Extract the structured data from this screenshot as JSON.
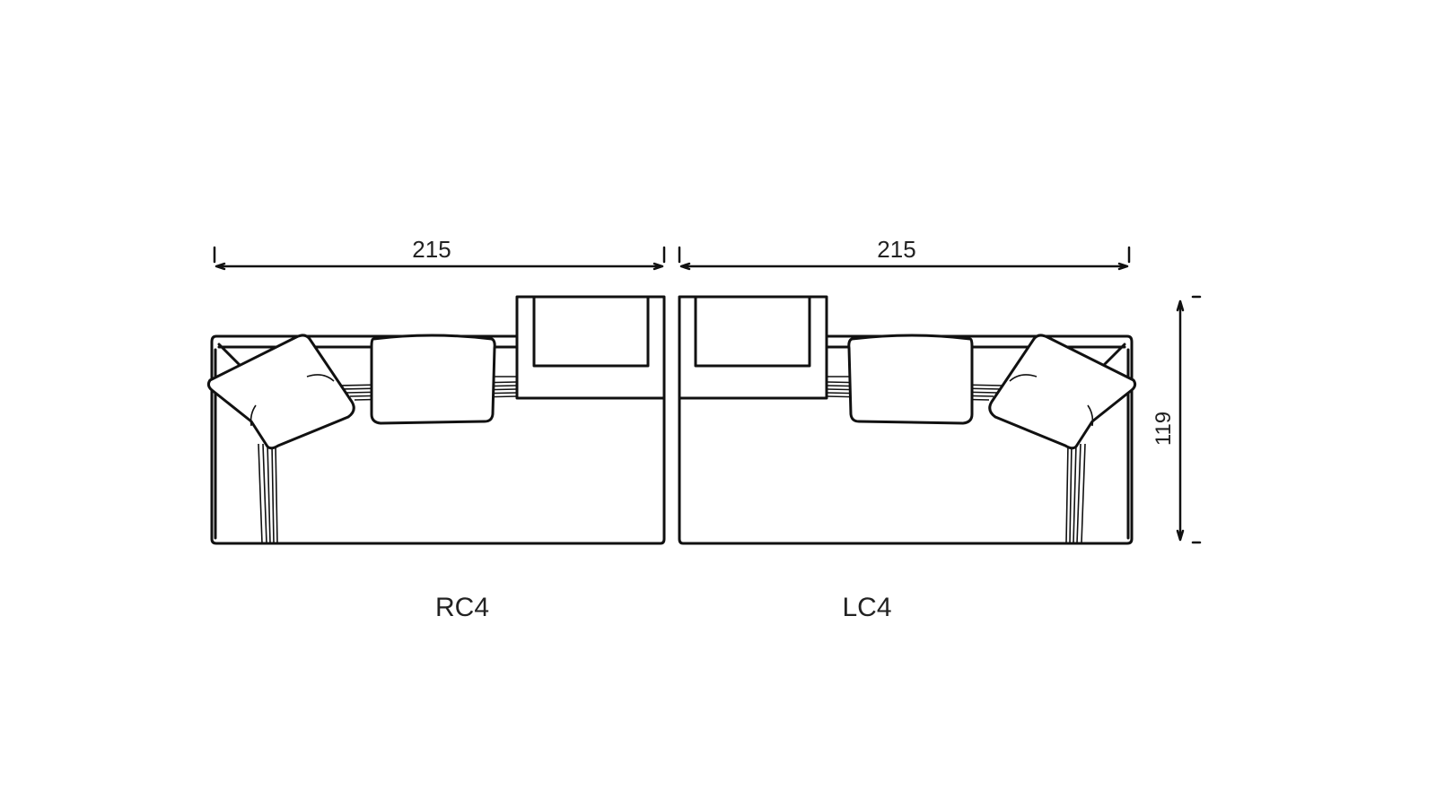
{
  "diagram": {
    "modules": [
      {
        "label": "RC4",
        "width_dimension": "215"
      },
      {
        "label": "LC4",
        "width_dimension": "215"
      }
    ],
    "depth_dimension": "119",
    "line_color": "#111111",
    "background": "#ffffff"
  }
}
